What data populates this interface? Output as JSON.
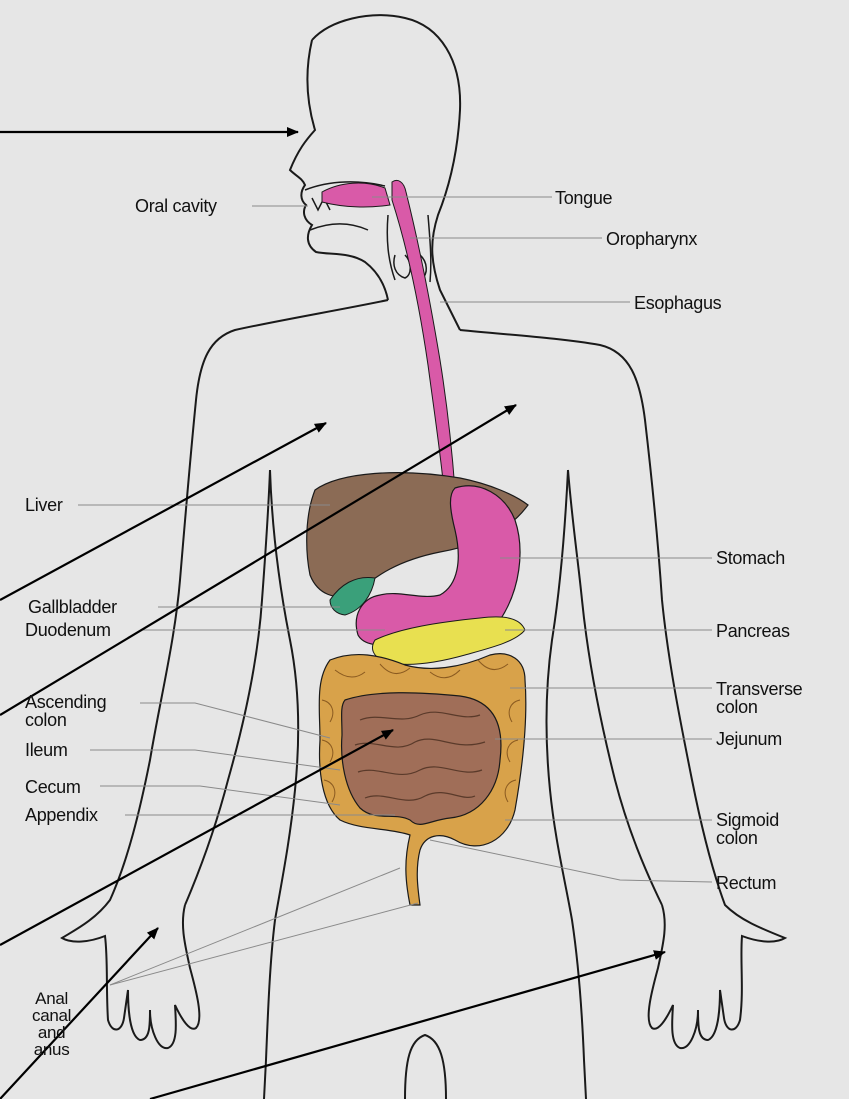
{
  "labels": {
    "oral_cavity": "Oral cavity",
    "tongue": "Tongue",
    "oropharynx": "Oropharynx",
    "esophagus": "Esophagus",
    "liver": "Liver",
    "stomach": "Stomach",
    "gallbladder": "Gallbladder",
    "duodenum": "Duodenum",
    "pancreas": "Pancreas",
    "ascending_colon": "Ascending\ncolon",
    "transverse_colon": "Transverse\ncolon",
    "ileum": "Ileum",
    "jejunum": "Jejunum",
    "cecum": "Cecum",
    "appendix": "Appendix",
    "sigmoid_colon": "Sigmoid\ncolon",
    "rectum": "Rectum",
    "anal_canal": "Anal\ncanal\nand\nanus"
  },
  "colors": {
    "background": "#e6e6e6",
    "outline": "#1a1a1a",
    "leader": "#8a8a8a",
    "pink_organs": "#d95aa8",
    "liver": "#8b6b55",
    "gallbladder": "#3aa07a",
    "pancreas": "#e8e050",
    "colon": "#d8a24a",
    "small_intestine": "#a06e58",
    "arrow": "#000000"
  }
}
